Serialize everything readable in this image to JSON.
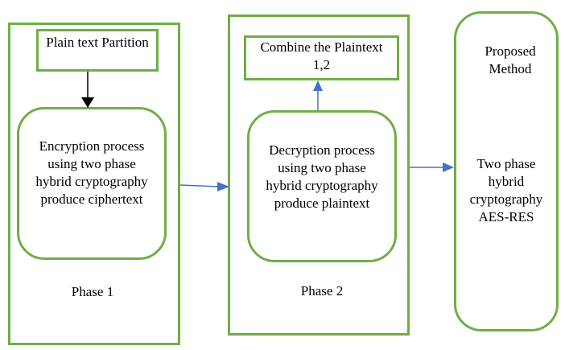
{
  "phase1": {
    "partition_label": "Plain text Partition",
    "encryption_label": "Encryption process\nusing two phase\nhybrid cryptography\nproduce ciphertext",
    "phase_label": "Phase 1"
  },
  "phase2": {
    "combine_label": "Combine the Plaintext\n1,2",
    "decryption_label": "Decryption process\nusing two phase\nhybrid cryptography\nproduce plaintext",
    "phase_label": "Phase 2"
  },
  "proposed": {
    "title": "Proposed\nMethod",
    "body": "Two phase\nhybrid\ncryptography\nAES-RES"
  },
  "colors": {
    "box_border": "#70ad47",
    "arrow_blue": "#4472c4",
    "arrow_black": "#000000"
  }
}
